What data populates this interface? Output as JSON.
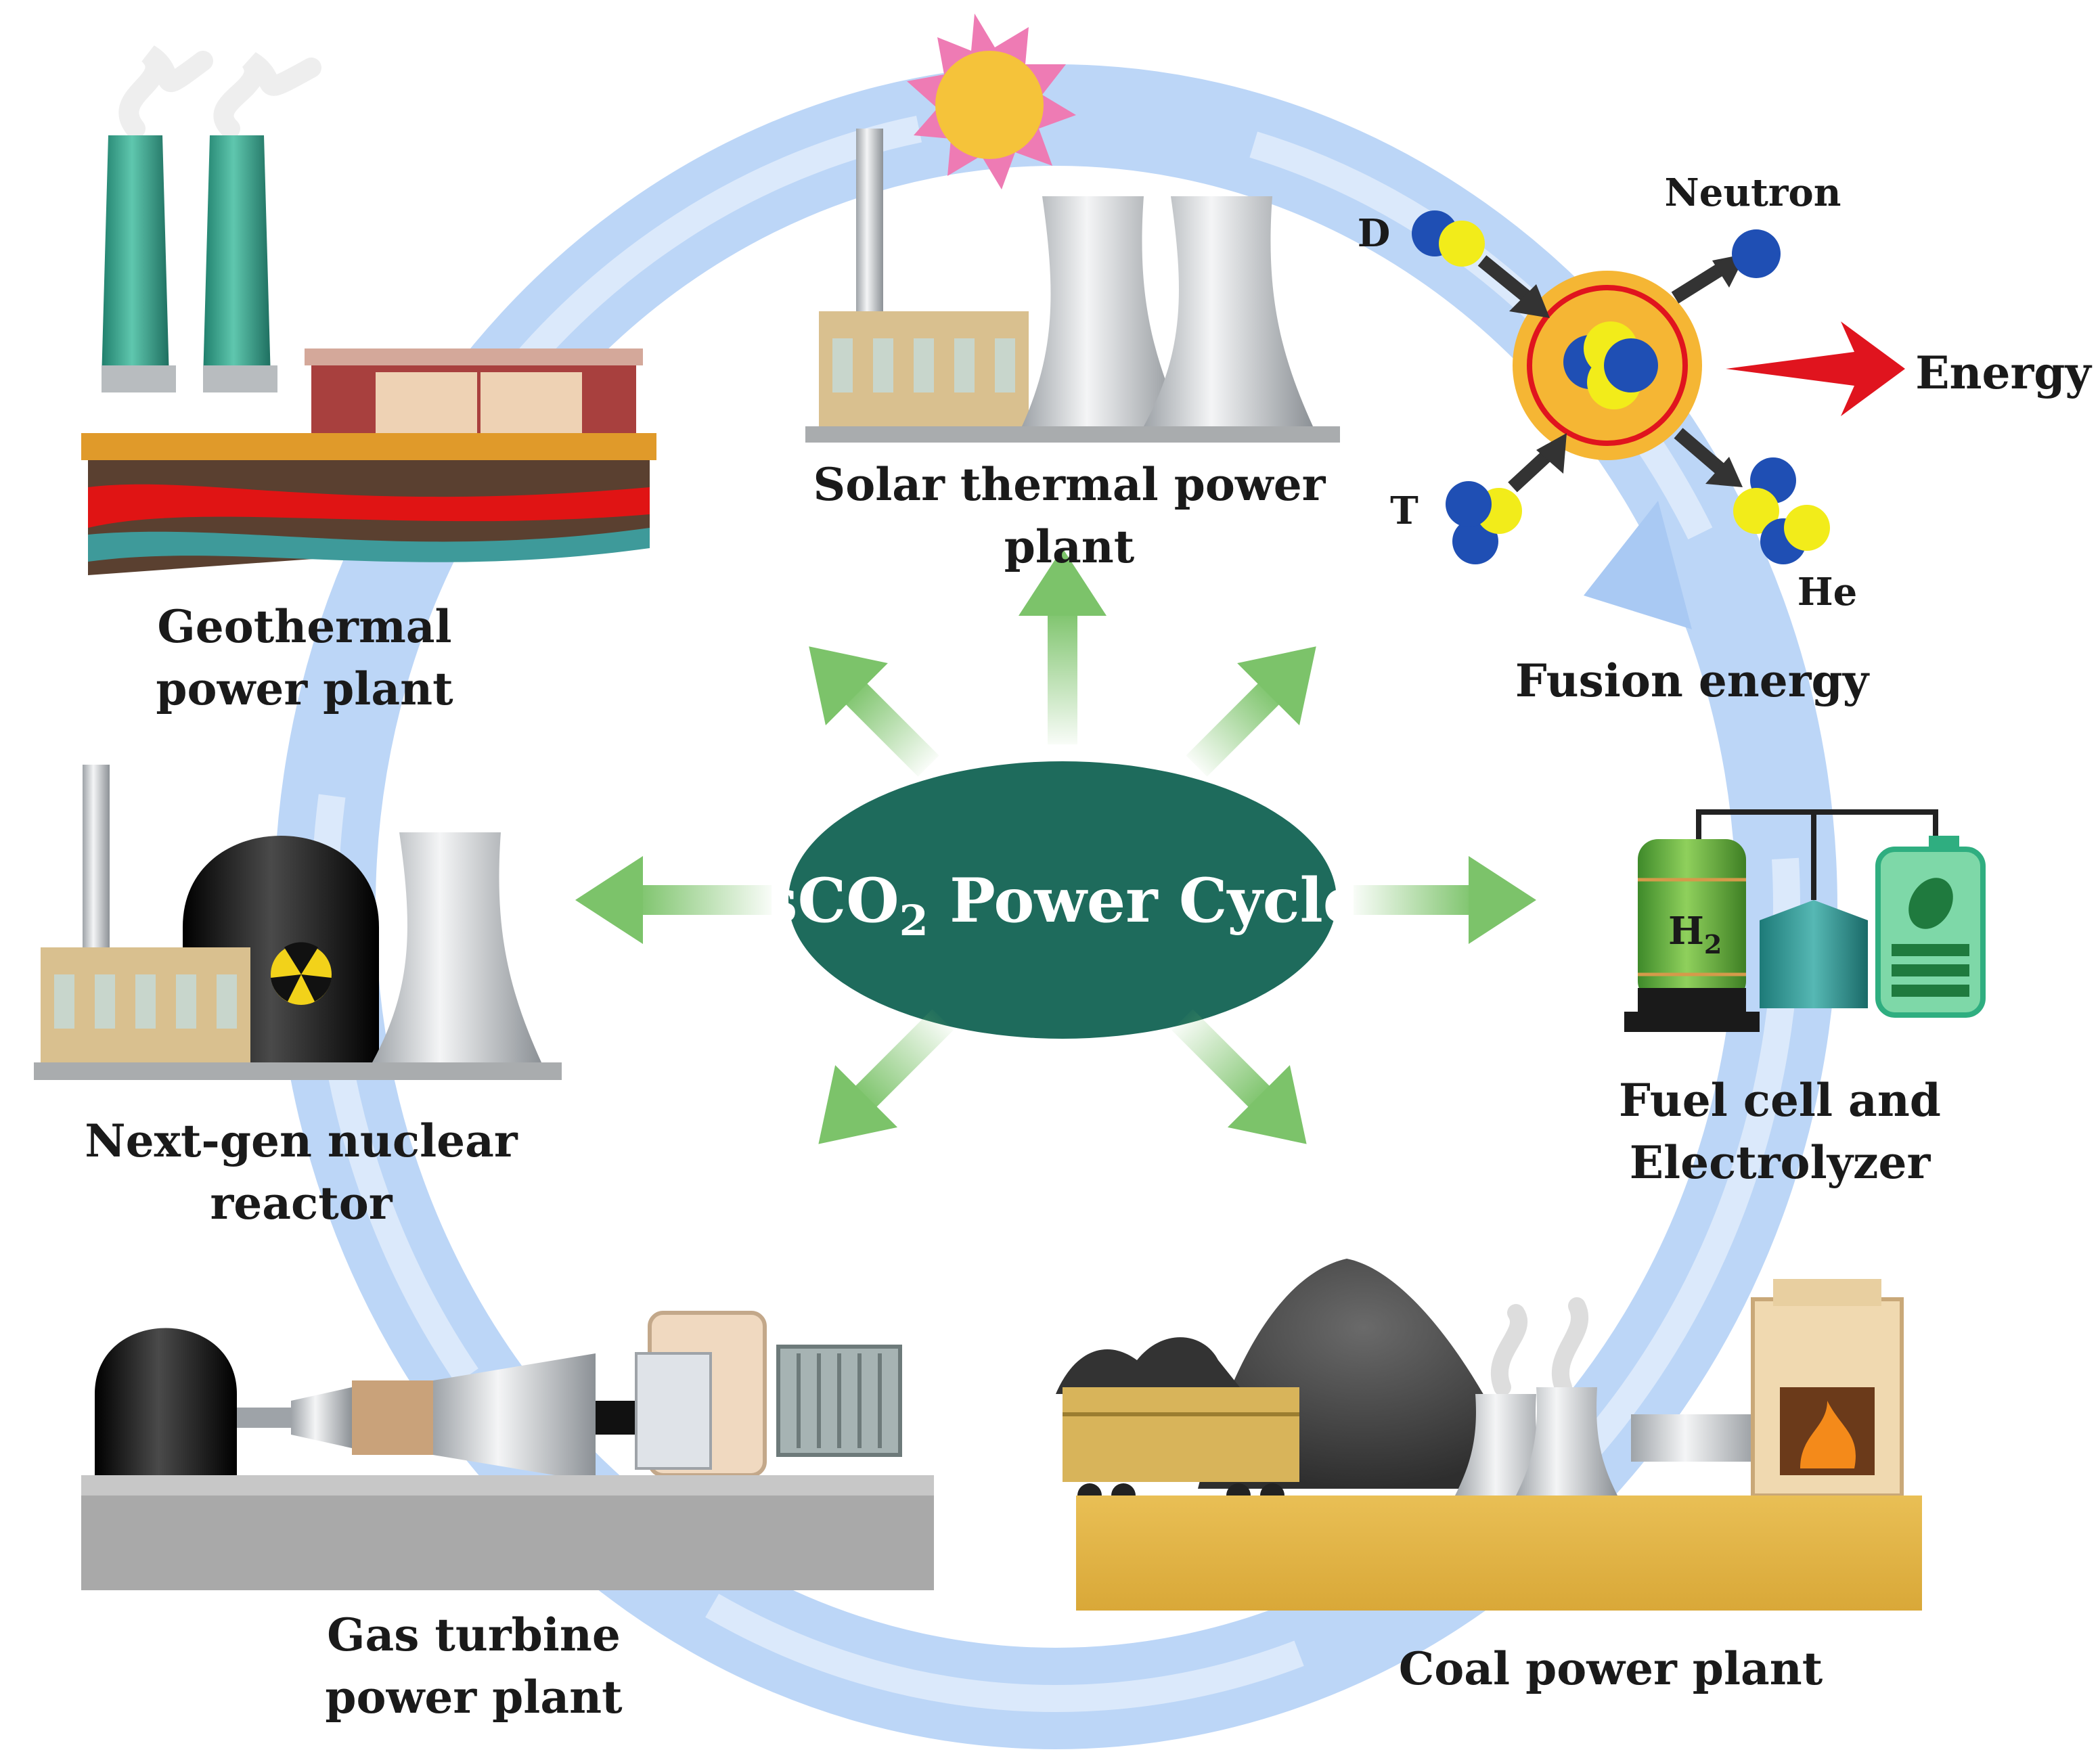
{
  "center": {
    "label_main": "sCO",
    "label_sub": "2",
    "label_tail": " Power Cycle"
  },
  "labels": {
    "solar": "Solar thermal power\nplant",
    "geothermal": "Geothermal\npower plant",
    "fusion": "Fusion energy",
    "nuclear": "Next-gen nuclear reactor",
    "fuel_cell": "Fuel cell and Electrolyzer",
    "gas_turbine": "Gas turbine\npower plant",
    "coal": "Coal power plant"
  },
  "fusion_parts": {
    "d": "D",
    "t": "T",
    "neutron": "Neutron",
    "he": "He",
    "energy": "Energy"
  },
  "h2": {
    "main": "H",
    "sub": "2"
  },
  "colors": {
    "ring": "#bcd6f7",
    "ring_light": "#dbe9fb",
    "center_ellipse": "#1e6b5c",
    "arrow_green": "#7cc36a",
    "energy_arrow": "#e0141e",
    "deuteron_yellow": "#f2ec1a",
    "nucleon_blue": "#1f4fb4"
  }
}
